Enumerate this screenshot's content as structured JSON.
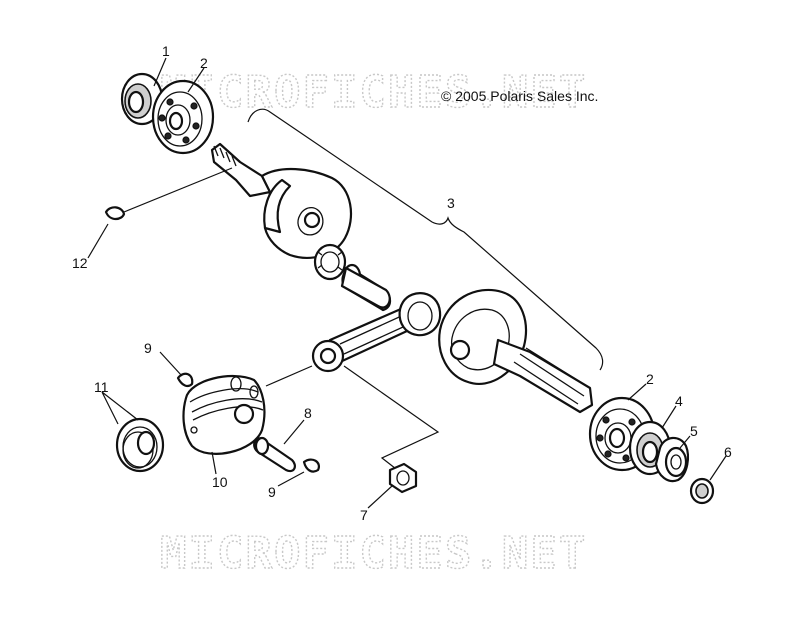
{
  "copyright": "© 2005 Polaris Sales Inc.",
  "watermarks": [
    "MICROFICHES.NET",
    "MICROFICHES.NET"
  ],
  "callouts": [
    "1",
    "2",
    "3",
    "12",
    "9",
    "11",
    "8",
    "10",
    "9",
    "7",
    "2",
    "4",
    "5",
    "6"
  ],
  "line_color": "#111111",
  "watermark_color": "#c8c8c8"
}
